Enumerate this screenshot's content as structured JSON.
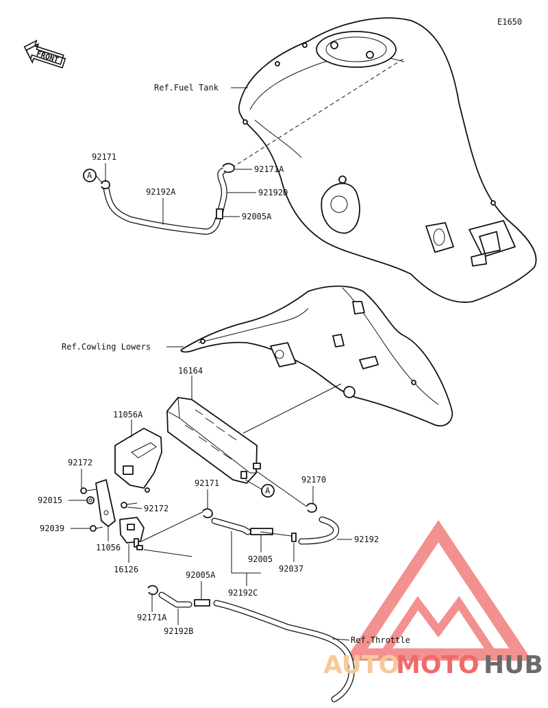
{
  "diagram_code": "E1650",
  "front_label": "FRONT",
  "references": {
    "fuel_tank": "Ref.Fuel Tank",
    "cowling_lowers": "Ref.Cowling Lowers",
    "throttle": "Ref.Throttle"
  },
  "callout_marker": "A",
  "parts": {
    "p92171_top": "92171",
    "p92171A_top": "92171A",
    "p92192A": "92192A",
    "p92192D": "92192D",
    "p92005A_top": "92005A",
    "p16164": "16164",
    "p11056A": "11056A",
    "p92172_a": "92172",
    "p92015": "92015",
    "p92172_b": "92172",
    "p92039": "92039",
    "p11056": "11056",
    "p16126": "16126",
    "p92171_mid": "92171",
    "p92170": "92170",
    "p92192": "92192",
    "p92005": "92005",
    "p92037": "92037",
    "p92192C": "92192C",
    "p92005A_low": "92005A",
    "p92171A_low": "92171A",
    "p92192B": "92192B"
  },
  "watermark": {
    "part1": "AUTO",
    "part2": "MOTO",
    "part3": "HUB",
    "color_light": "#f6c99a",
    "color_red": "#ef6b6b",
    "color_dark": "#6b6b6b"
  }
}
